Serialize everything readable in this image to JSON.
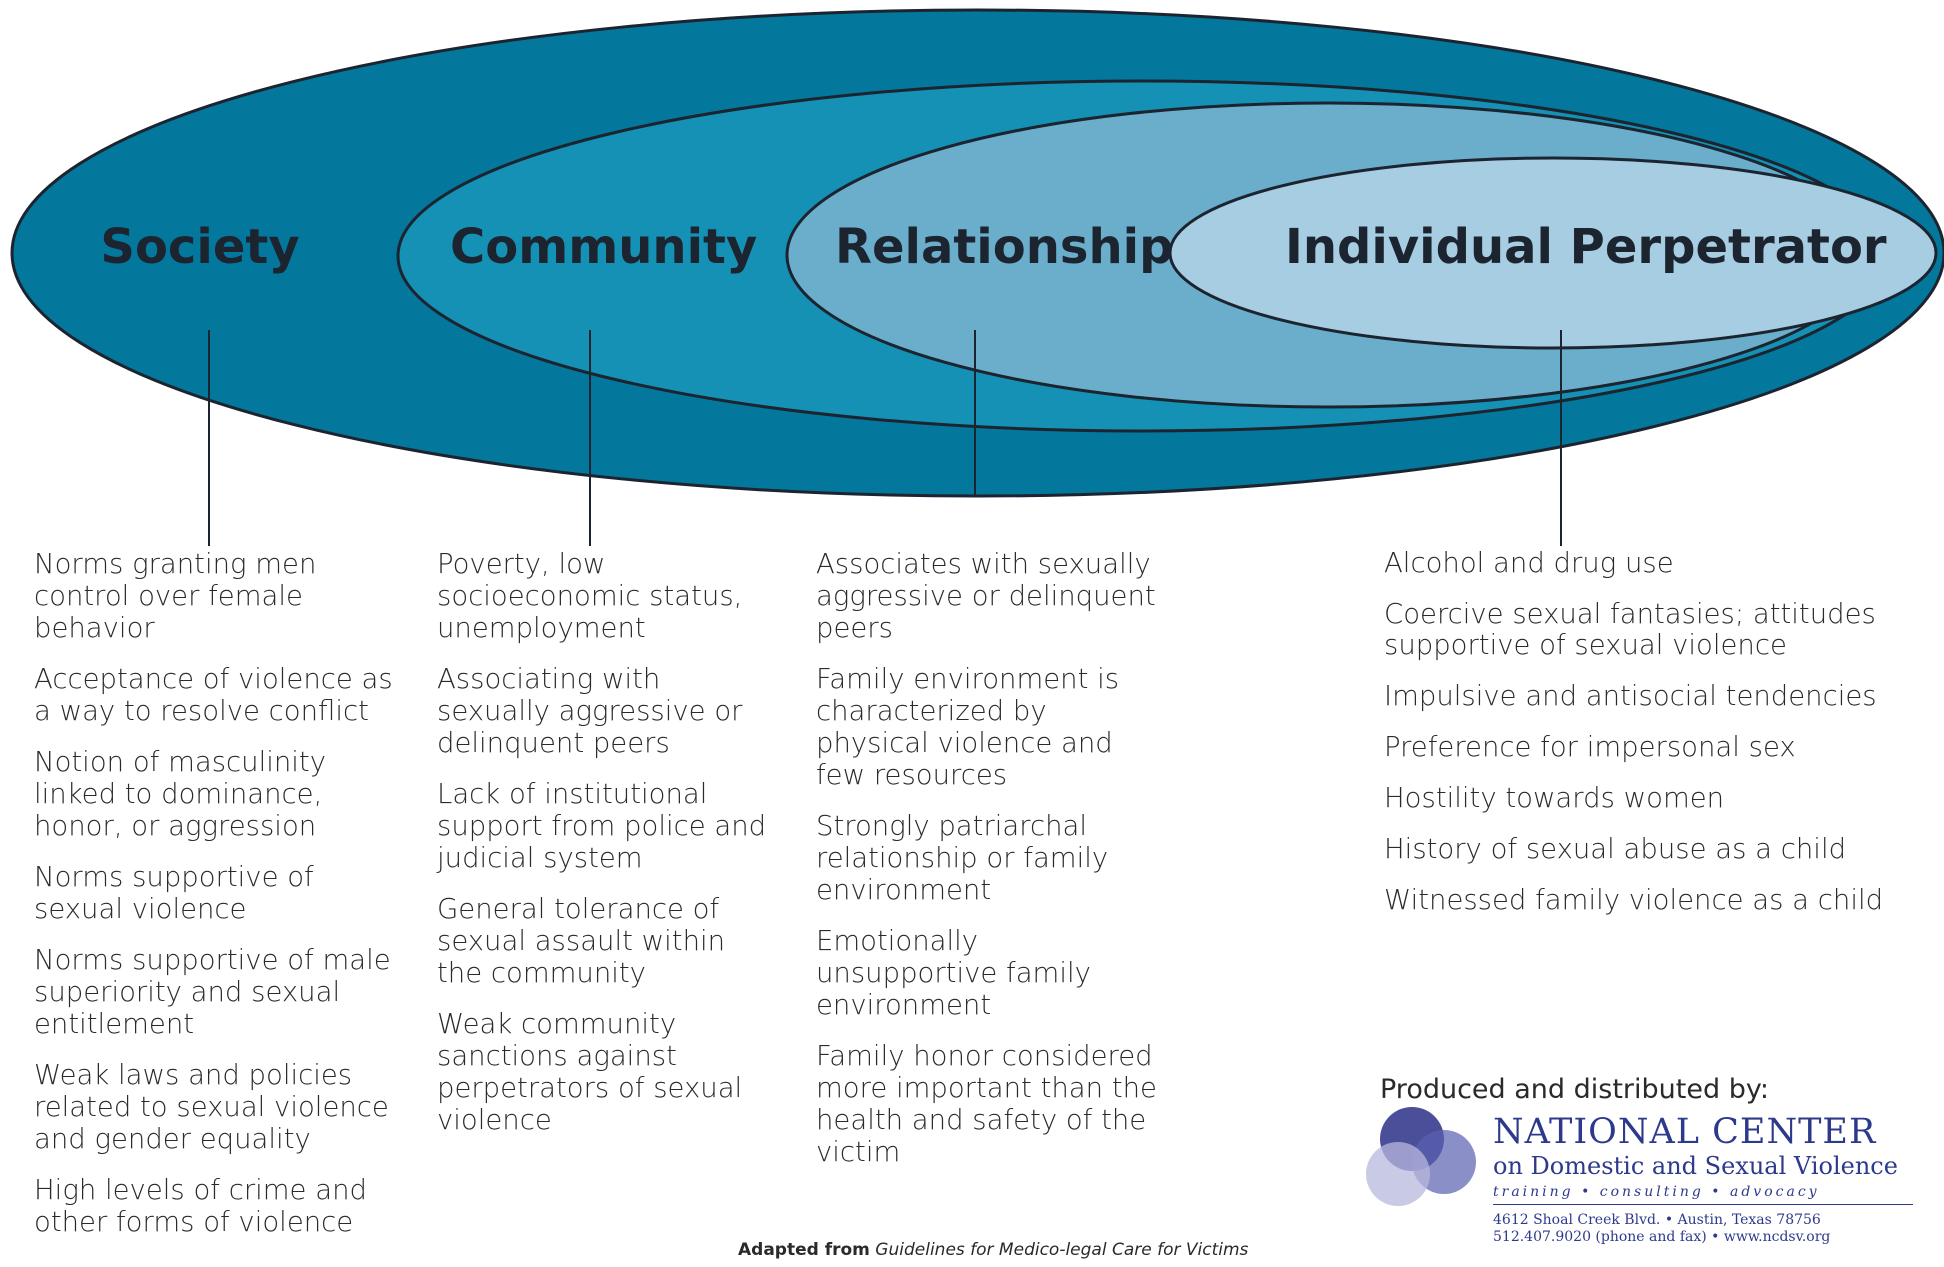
{
  "levels": {
    "society": "Society",
    "community": "Community",
    "relationship": "Relationship",
    "individual": "Individual Perpetrator"
  },
  "colors": {
    "society": "#03779c",
    "community": "#1591b5",
    "relationship": "#6aaecb",
    "individual": "#a7cde2",
    "outline": "#1c2430"
  },
  "columns": {
    "society": [
      "Norms granting men control over female behavior",
      "Acceptance of violence as a way to resolve conflict",
      "Notion of masculinity linked to dominance, honor, or aggression",
      "Norms supportive of sexual violence",
      "Norms supportive of male superiority and sexual entitlement",
      "Weak laws and policies related to sexual violence and gender equality",
      "High levels of crime and other forms of violence"
    ],
    "community": [
      "Poverty, low socioeconomic status, unemployment",
      "Associating with sexually aggressive or delinquent peers",
      "Lack of institutional support from police and judicial system",
      "General tolerance of sexual assault within the community",
      "Weak community sanctions against perpetrators of sexual violence"
    ],
    "relationship": [
      "Associates with sexually aggressive or delinquent peers",
      "Family environment is characterized by physical violence and few resources",
      "Strongly patriarchal relationship or family environment",
      "Emotionally unsupportive family environment",
      "Family honor considered more important than the health and safety of the victim"
    ],
    "individual": [
      "Alcohol and drug use",
      "Coercive sexual fantasies; attitudes supportive of sexual violence",
      "Impulsive and antisocial tendencies",
      "Preference for impersonal sex",
      "Hostility towards women",
      "History of sexual abuse as a child",
      "Witnessed family violence as a child"
    ]
  },
  "credit": {
    "produced_by": "Produced and distributed by:",
    "org_line1": "NATIONAL CENTER",
    "org_line2": "on Domestic and Sexual Violence",
    "tagline": "training  •  consulting  •  advocacy",
    "address": "4612 Shoal Creek Blvd.  •  Austin, Texas 78756",
    "contact": "512.407.9020 (phone and fax)  •  www.ncdsv.org",
    "logo_colors": [
      "#2b2f86",
      "#5a5fb0",
      "#b7b8dd"
    ]
  },
  "source": {
    "prefix": "Adapted from",
    "title": "Guidelines for Medico-legal Care for Victims"
  }
}
